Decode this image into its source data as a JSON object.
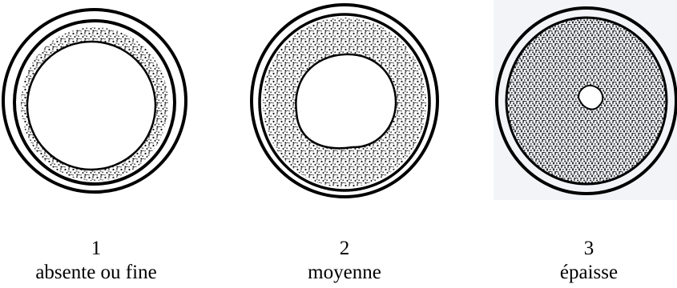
{
  "items": [
    {
      "number": "1",
      "label": "absente ou fine"
    },
    {
      "number": "2",
      "label": "moyenne"
    },
    {
      "number": "3",
      "label": "épaisse"
    }
  ]
}
